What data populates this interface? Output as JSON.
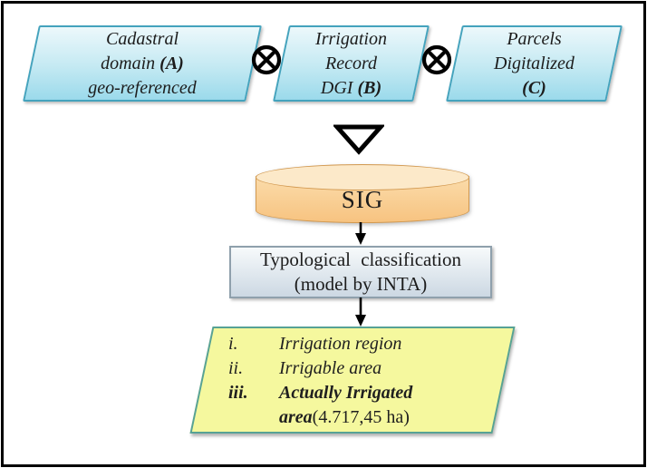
{
  "colors": {
    "cyan_top": "#ecf8fb",
    "cyan_mid": "#c6eaf3",
    "cyan_bottom": "#9bdaeb",
    "cyan_border": "#44a3bd",
    "cyl_top_fill": "#fce9c9",
    "cyl_body_top": "#fbdcab",
    "cyl_body_bottom": "#f7c380",
    "cyl_border": "#d29950",
    "proc_top": "#f7fafb",
    "proc_bottom": "#ccd8e3",
    "proc_border": "#8fa0ac",
    "out_fill": "#f5f89e",
    "out_border": "#57a295",
    "line_ink": "#000000"
  },
  "icons": {
    "operator": "circled-times",
    "funnel": "down-triangle",
    "flow": "arrow-down"
  },
  "inputs": [
    {
      "lines": [
        {
          "pre": "Cadastral",
          "bold": ""
        },
        {
          "pre": "domain ",
          "bold": "(A)"
        },
        {
          "pre": "geo-referenced",
          "bold": ""
        }
      ]
    },
    {
      "lines": [
        {
          "pre": "Irrigation",
          "bold": ""
        },
        {
          "pre": "Record",
          "bold": ""
        },
        {
          "pre": "DGI ",
          "bold": "(B)"
        }
      ]
    },
    {
      "lines": [
        {
          "pre": "Parcels",
          "bold": ""
        },
        {
          "pre": "Digitalized",
          "bold": ""
        },
        {
          "pre": "",
          "bold": "(C)"
        }
      ]
    }
  ],
  "database": {
    "label": "SIG"
  },
  "process": {
    "line1": "Typological classification",
    "line2": "(model by INTA)"
  },
  "outputs": {
    "rows": [
      {
        "marker": "i.",
        "main": "Irrigation region",
        "suffix": ""
      },
      {
        "marker": "ii.",
        "main": "Irrigable area",
        "suffix": ""
      },
      {
        "marker": "iii.",
        "main": "Actually Irrigated",
        "suffix": ""
      },
      {
        "marker": "",
        "main": "area",
        "suffix": " (4.717,45 ha)"
      }
    ]
  }
}
